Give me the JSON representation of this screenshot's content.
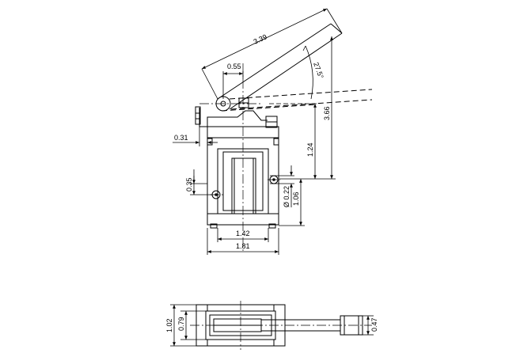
{
  "dimensions": {
    "lever_length": "3.39",
    "pivot_offset": "0.55",
    "angle": "27.5°",
    "total_height": "3.66",
    "pivot_height": "1.24",
    "mount_height": "1.06",
    "left_offset": "0.31",
    "hole_offset": "0.35",
    "hole_dia": "Ø 0.22",
    "inner_width": "1.42",
    "outer_width": "1.81",
    "bottom_outer": "1.02",
    "bottom_inner": "0.79",
    "roller_dia": "0.47"
  },
  "colors": {
    "line": "#000000",
    "background": "#ffffff"
  }
}
